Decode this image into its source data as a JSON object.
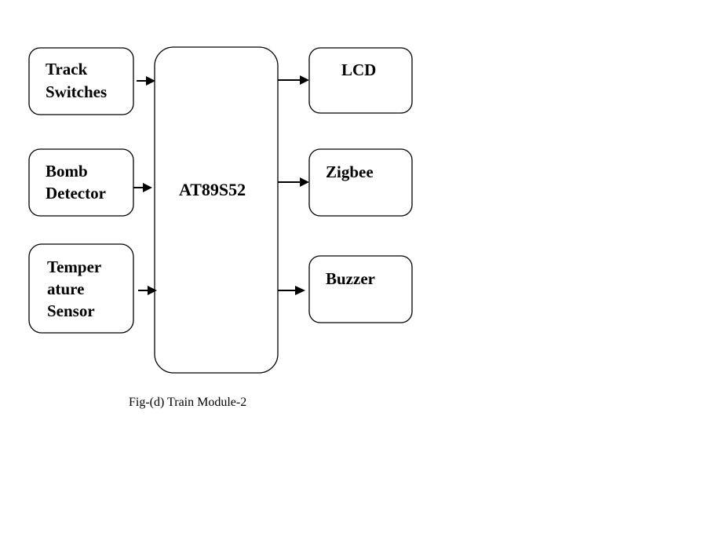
{
  "diagram": {
    "inputs": [
      {
        "id": "track-switches",
        "lines": [
          "Track",
          "Switches"
        ]
      },
      {
        "id": "bomb-detector",
        "lines": [
          "Bomb",
          "Detector"
        ]
      },
      {
        "id": "temperature-sensor",
        "lines": [
          "Temper",
          "ature",
          "Sensor"
        ]
      }
    ],
    "controller": {
      "label": "AT89S52"
    },
    "outputs": [
      {
        "id": "lcd",
        "lines": [
          "LCD"
        ]
      },
      {
        "id": "zigbee",
        "lines": [
          "Zigbee"
        ]
      },
      {
        "id": "buzzer",
        "lines": [
          "Buzzer"
        ]
      }
    ],
    "connections": [
      {
        "from": "track-switches",
        "to": "controller"
      },
      {
        "from": "bomb-detector",
        "to": "controller"
      },
      {
        "from": "temperature-sensor",
        "to": "controller"
      },
      {
        "from": "controller",
        "to": "lcd"
      },
      {
        "from": "controller",
        "to": "zigbee"
      },
      {
        "from": "controller",
        "to": "buzzer"
      }
    ],
    "caption": "Fig-(d) Train Module-2"
  }
}
